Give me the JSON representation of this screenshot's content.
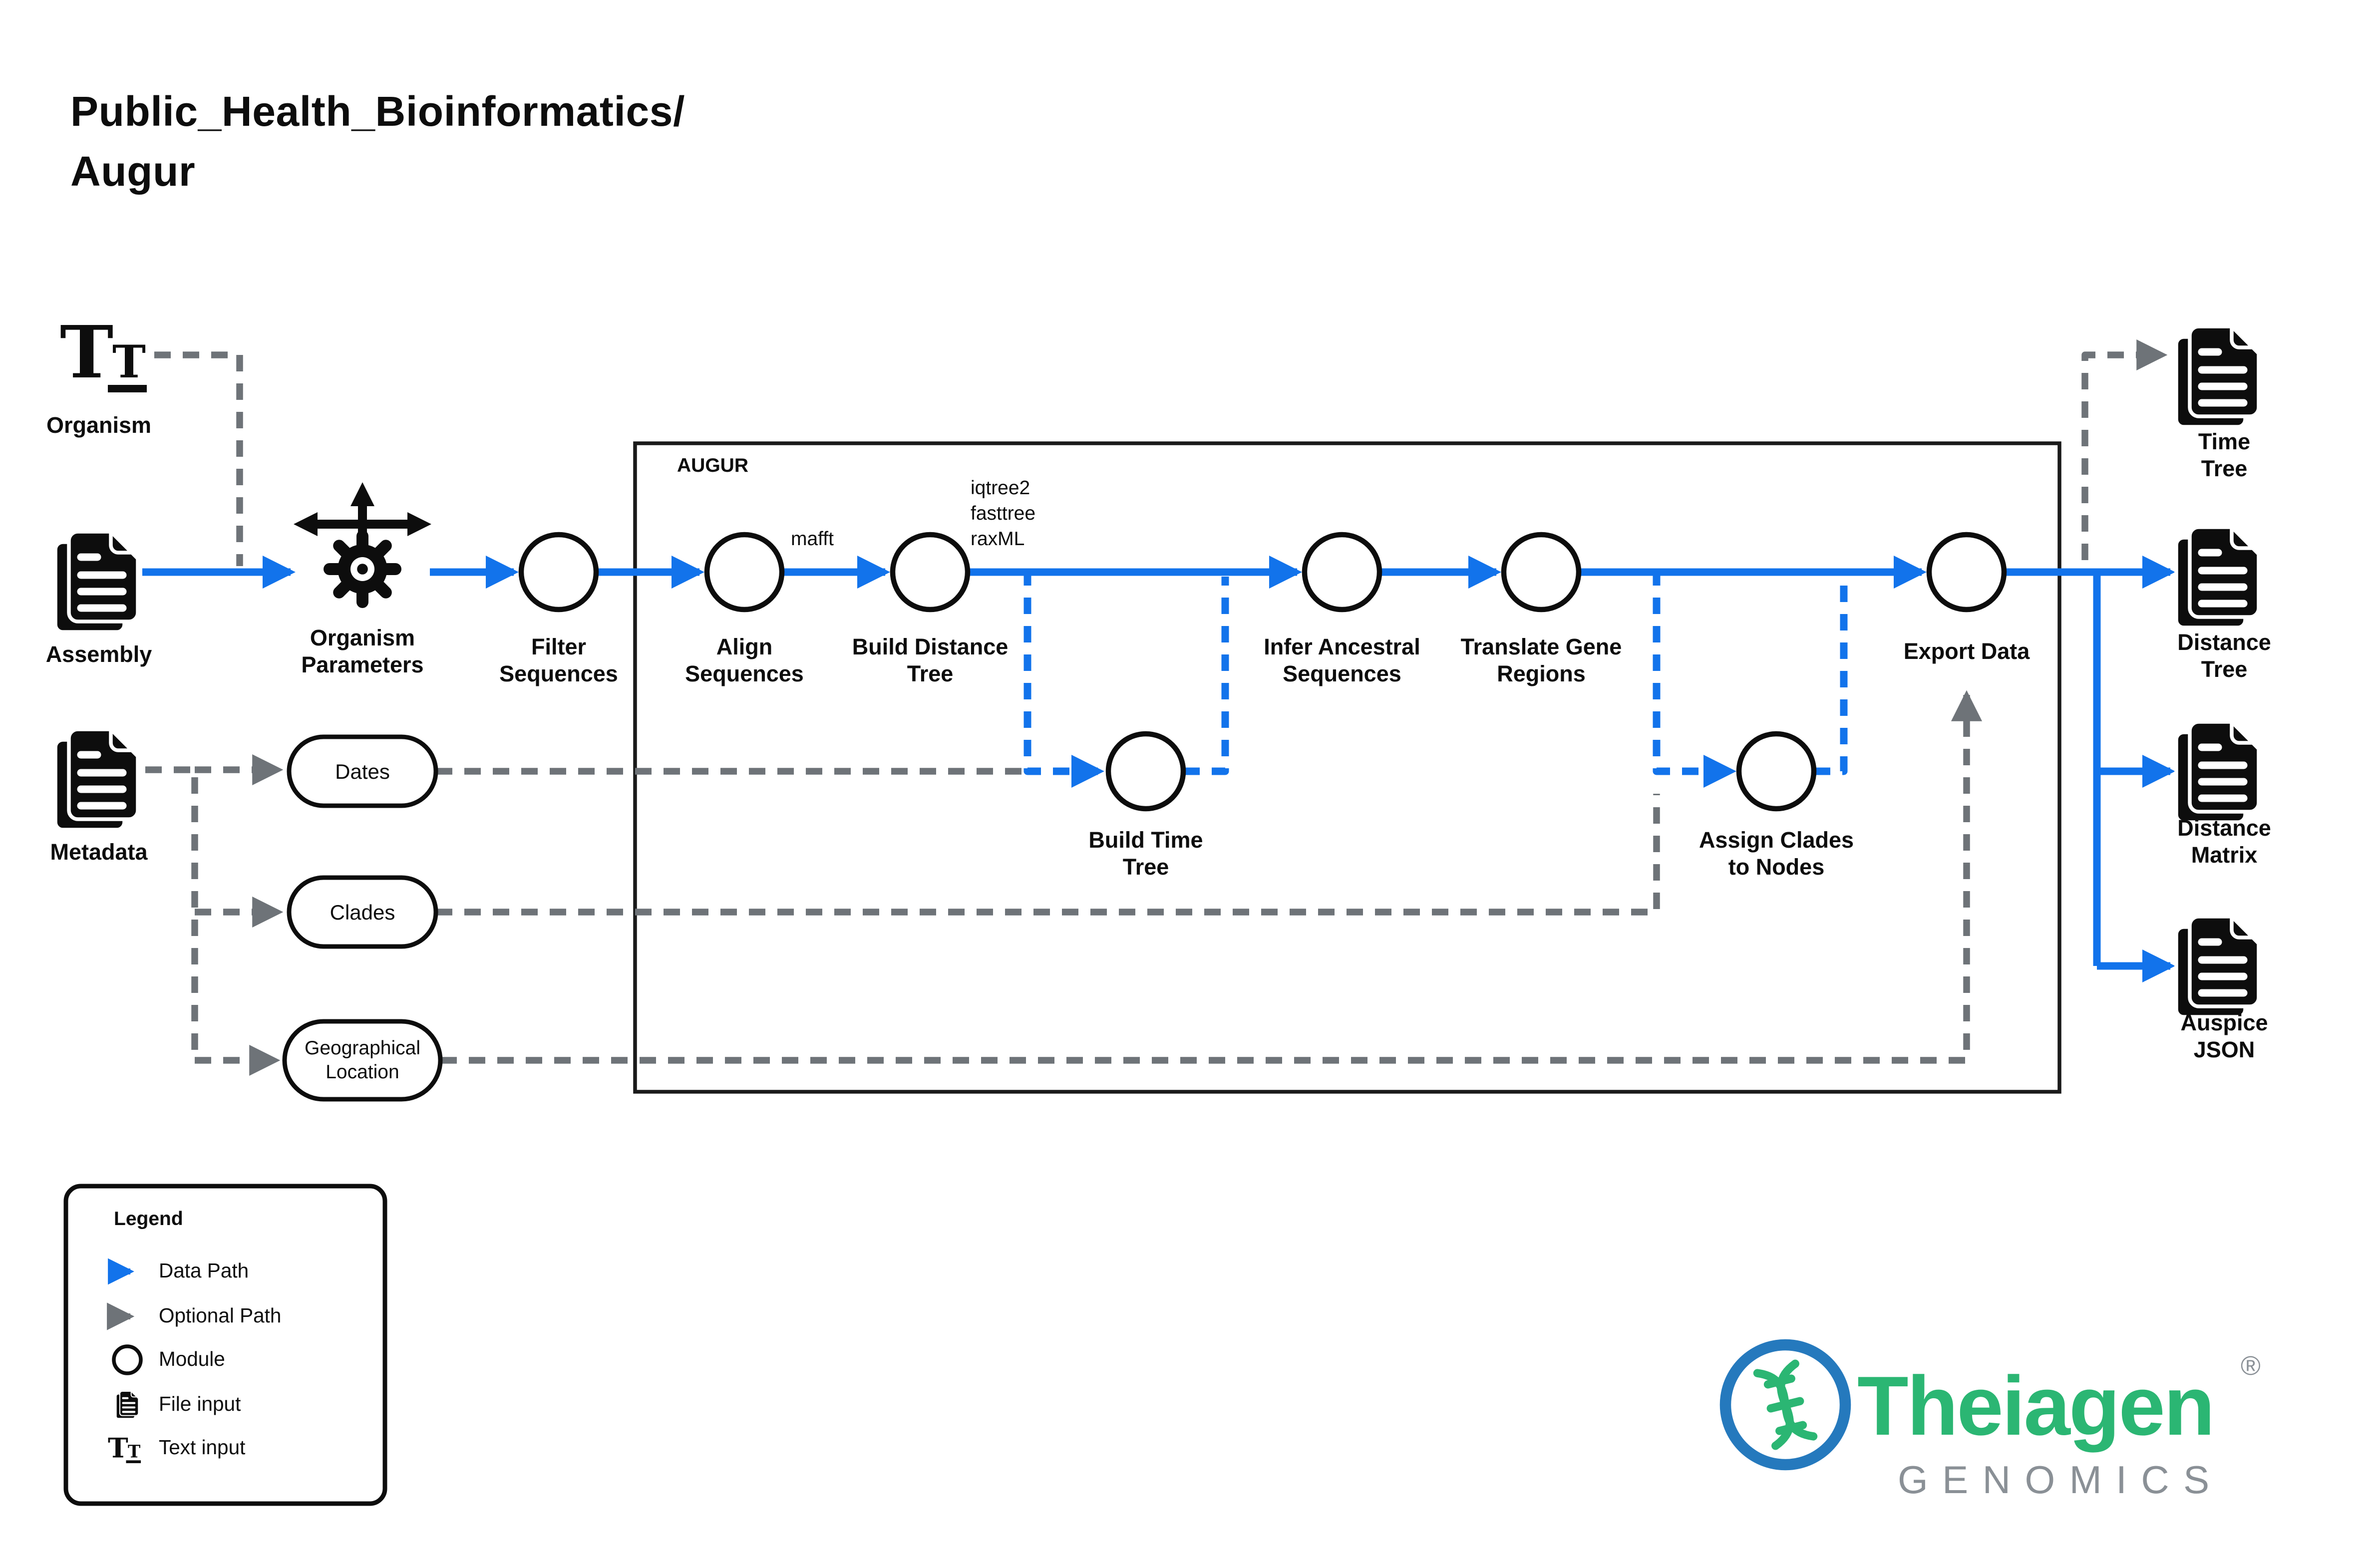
{
  "title": "Public_Health_Bioinformatics/\nAugur",
  "colors": {
    "data_path_blue": "#1273EB",
    "optional_path_gray": "#6E7378",
    "node_black": "#0d0d0d",
    "brand_green": "#2BB673",
    "brand_blue": "#2579BD",
    "subtitle_gray": "#8A9096"
  },
  "icons": {
    "text_input_large": "T",
    "text_input_small": "T"
  },
  "inputs": {
    "organism": "Organism",
    "assembly": "Assembly",
    "metadata": "Metadata"
  },
  "modules": {
    "organism_parameters": "Organism\nParameters",
    "filter_sequences": "Filter\nSequences",
    "align_sequences": "Align\nSequences",
    "build_distance_tree": "Build Distance\nTree",
    "build_time_tree": "Build Time\nTree",
    "infer_ancestral_sequences": "Infer Ancestral\nSequences",
    "translate_gene_regions": "Translate Gene\nRegions",
    "assign_clades_to_nodes": "Assign Clades\nto Nodes",
    "export_data": "Export Data"
  },
  "annotations": {
    "augur_box": "AUGUR",
    "align_tool": "mafft",
    "distance_tree_tools": "iqtree2\nfasttree\nraxML"
  },
  "metadata_fields": {
    "dates": "Dates",
    "clades": "Clades",
    "geographical_location": "Geographical\nLocation"
  },
  "outputs": {
    "time_tree": "Time\nTree",
    "distance_tree": "Distance\nTree",
    "distance_matrix": "Distance\nMatrix",
    "auspice_json": "Auspice\nJSON"
  },
  "legend": {
    "title": "Legend",
    "items": [
      {
        "label": "Data Path"
      },
      {
        "label": "Optional Path"
      },
      {
        "label": "Module"
      },
      {
        "label": "File input"
      },
      {
        "label": "Text input"
      }
    ]
  },
  "logo": {
    "brand": "Theiagen",
    "registered": "®",
    "subtitle": "GENOMICS"
  }
}
